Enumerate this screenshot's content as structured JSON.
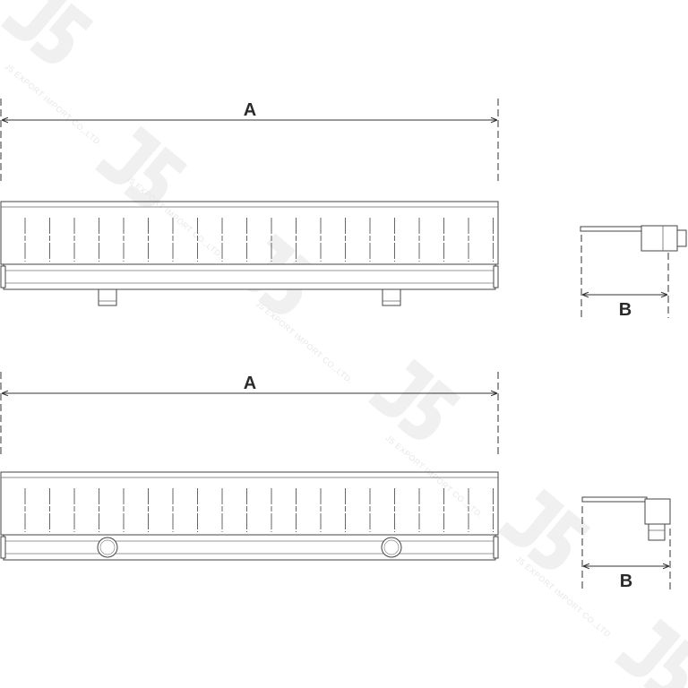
{
  "watermark": {
    "logo_text": "J5",
    "company": "J5 EXPORT IMPORT CO.,LTD."
  },
  "drawings": [
    {
      "variant": "bottom-outlet",
      "front_dimension_label": "A",
      "side_dimension_label": "B",
      "outlets": 2,
      "slots": 20
    },
    {
      "variant": "rear-outlet",
      "front_dimension_label": "A",
      "side_dimension_label": "B",
      "outlets": 2,
      "slots": 20
    }
  ]
}
